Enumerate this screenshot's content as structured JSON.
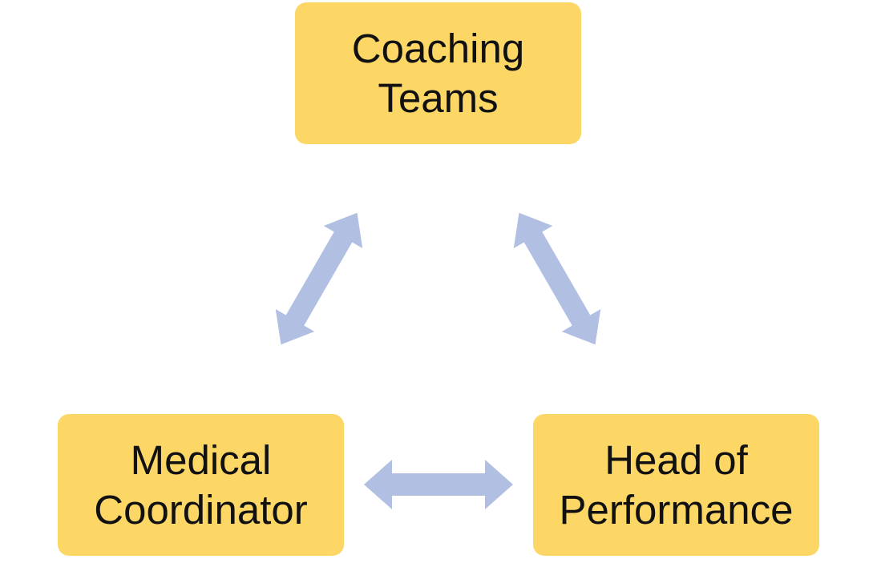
{
  "diagram": {
    "nodes": [
      {
        "id": "coaching-teams",
        "label": "Coaching\nTeams"
      },
      {
        "id": "medical-coordinator",
        "label": "Medical\nCoordinator"
      },
      {
        "id": "head-of-performance",
        "label": "Head of\nPerformance"
      }
    ],
    "edges": [
      {
        "from": "coaching-teams",
        "to": "medical-coordinator",
        "direction": "bidirectional"
      },
      {
        "from": "coaching-teams",
        "to": "head-of-performance",
        "direction": "bidirectional"
      },
      {
        "from": "medical-coordinator",
        "to": "head-of-performance",
        "direction": "bidirectional"
      }
    ],
    "colors": {
      "node_fill": "#fcd766",
      "arrow_fill": "#b0bfe2",
      "text": "#111111"
    }
  }
}
